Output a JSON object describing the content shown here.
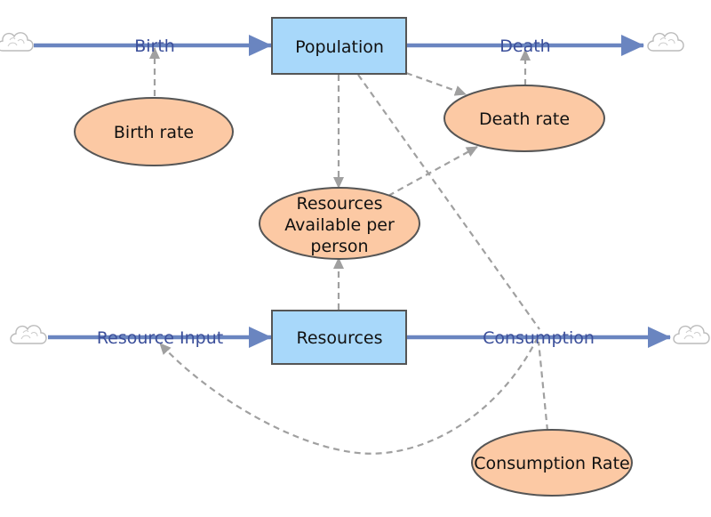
{
  "diagram": {
    "stocks": {
      "population": "Population",
      "resources": "Resources"
    },
    "flows": {
      "birth": "Birth",
      "death": "Death",
      "resource_input": "Resource Input",
      "consumption": "Consumption"
    },
    "variables": {
      "birth_rate": "Birth rate",
      "death_rate": "Death rate",
      "resources_per_person": [
        "Resources",
        "Available per",
        "person"
      ],
      "consumption_rate": "Consumption Rate"
    }
  },
  "colors": {
    "flow": "#6a85c0",
    "link": "#a0a0a0",
    "stock_fill": "#a8d8fa",
    "stock_stroke": "#555555",
    "aux_fill": "#fcc9a4",
    "aux_stroke": "#555555"
  }
}
